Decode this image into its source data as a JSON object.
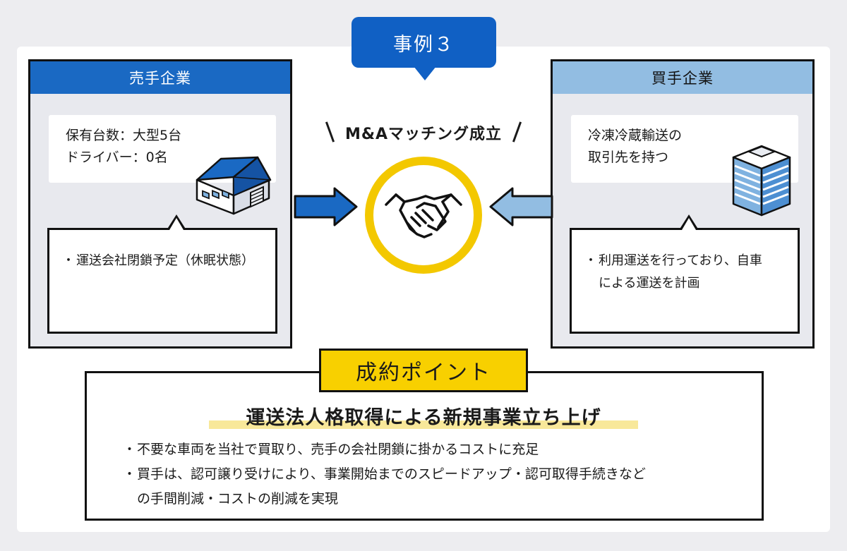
{
  "case_label": "事例３",
  "seller": {
    "title": "売手企業",
    "info": [
      "保有台数：大型5台",
      "ドライバー：0名"
    ],
    "bubble": "運送会社閉鎖予定（休眠状態）"
  },
  "buyer": {
    "title": "買手企業",
    "info": [
      "冷凍冷蔵輸送の",
      "取引先を持つ"
    ],
    "bubble": [
      "利用運送を行っており、自車",
      "による運送を計画"
    ]
  },
  "matching": "M&Aマッチング成立",
  "points": {
    "badge": "成約ポイント",
    "headline": "運送法人格取得による新規事業立ち上げ",
    "items": [
      [
        "不要な車両を当社で買取り、売手の会社閉鎖に掛かるコストに充足"
      ],
      [
        "買手は、認可譲り受けにより、事業開始までのスピードアップ・認可取得手続きなど",
        "の手間削減・コストの削減を実現"
      ]
    ],
    "bullet": "・"
  },
  "colors": {
    "seller_header": "#1a69c3",
    "buyer_header": "#92bde2",
    "accent_yellow": "#f8d000",
    "case_tag": "#1060c4"
  }
}
